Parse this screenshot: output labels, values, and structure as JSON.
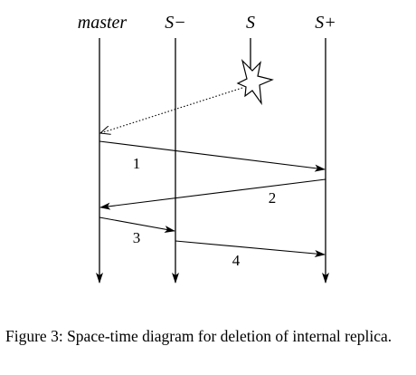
{
  "processes": {
    "master": "master",
    "s_minus": "S−",
    "s": "S",
    "s_plus": "S+"
  },
  "messages": {
    "m1": "1",
    "m2": "2",
    "m3": "3",
    "m4": "4"
  },
  "caption": {
    "prefix": "Figure 3:",
    "text": "Space-time diagram for deletion of internal replica."
  }
}
